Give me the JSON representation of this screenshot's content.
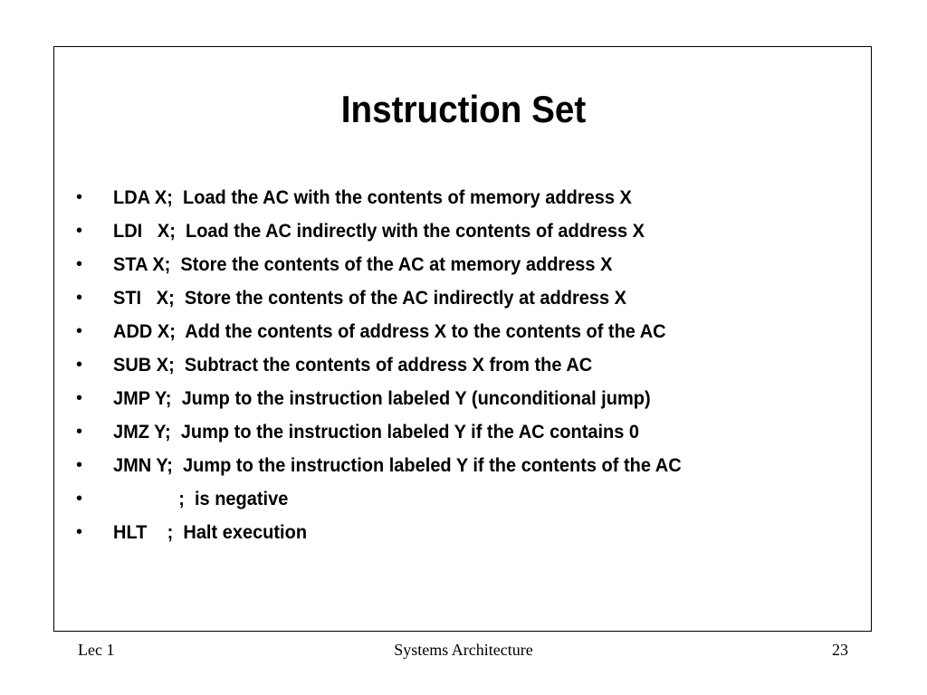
{
  "slide": {
    "title": "Instruction Set",
    "bullets": [
      {
        "marker": "•",
        "text": "LDA X;  Load the AC with the contents of memory address X"
      },
      {
        "marker": "•",
        "text": "LDI   X;  Load the AC indirectly with the contents of address X"
      },
      {
        "marker": "•",
        "text": "STA X;  Store the contents of the AC at memory address X"
      },
      {
        "marker": "•",
        "text": "STI   X;  Store the contents of the AC indirectly at address X"
      },
      {
        "marker": "•",
        "text": "ADD X;  Add the contents of address X to the contents of the AC"
      },
      {
        "marker": "•",
        "text": "SUB X;  Subtract the contents of address X from the AC"
      },
      {
        "marker": "•",
        "text": "JMP Y;  Jump to the instruction labeled Y (unconditional jump)"
      },
      {
        "marker": "•",
        "text": "JMZ Y;  Jump to the instruction labeled Y if the AC contains 0"
      },
      {
        "marker": "•",
        "text": "JMN Y;  Jump to the instruction labeled Y if the contents of the AC"
      },
      {
        "marker": "•",
        "text": "             ;  is negative"
      },
      {
        "marker": "•",
        "text": "HLT    ;  Halt execution"
      }
    ]
  },
  "footer": {
    "left": "Lec 1",
    "center": "Systems Architecture",
    "right": "23"
  }
}
